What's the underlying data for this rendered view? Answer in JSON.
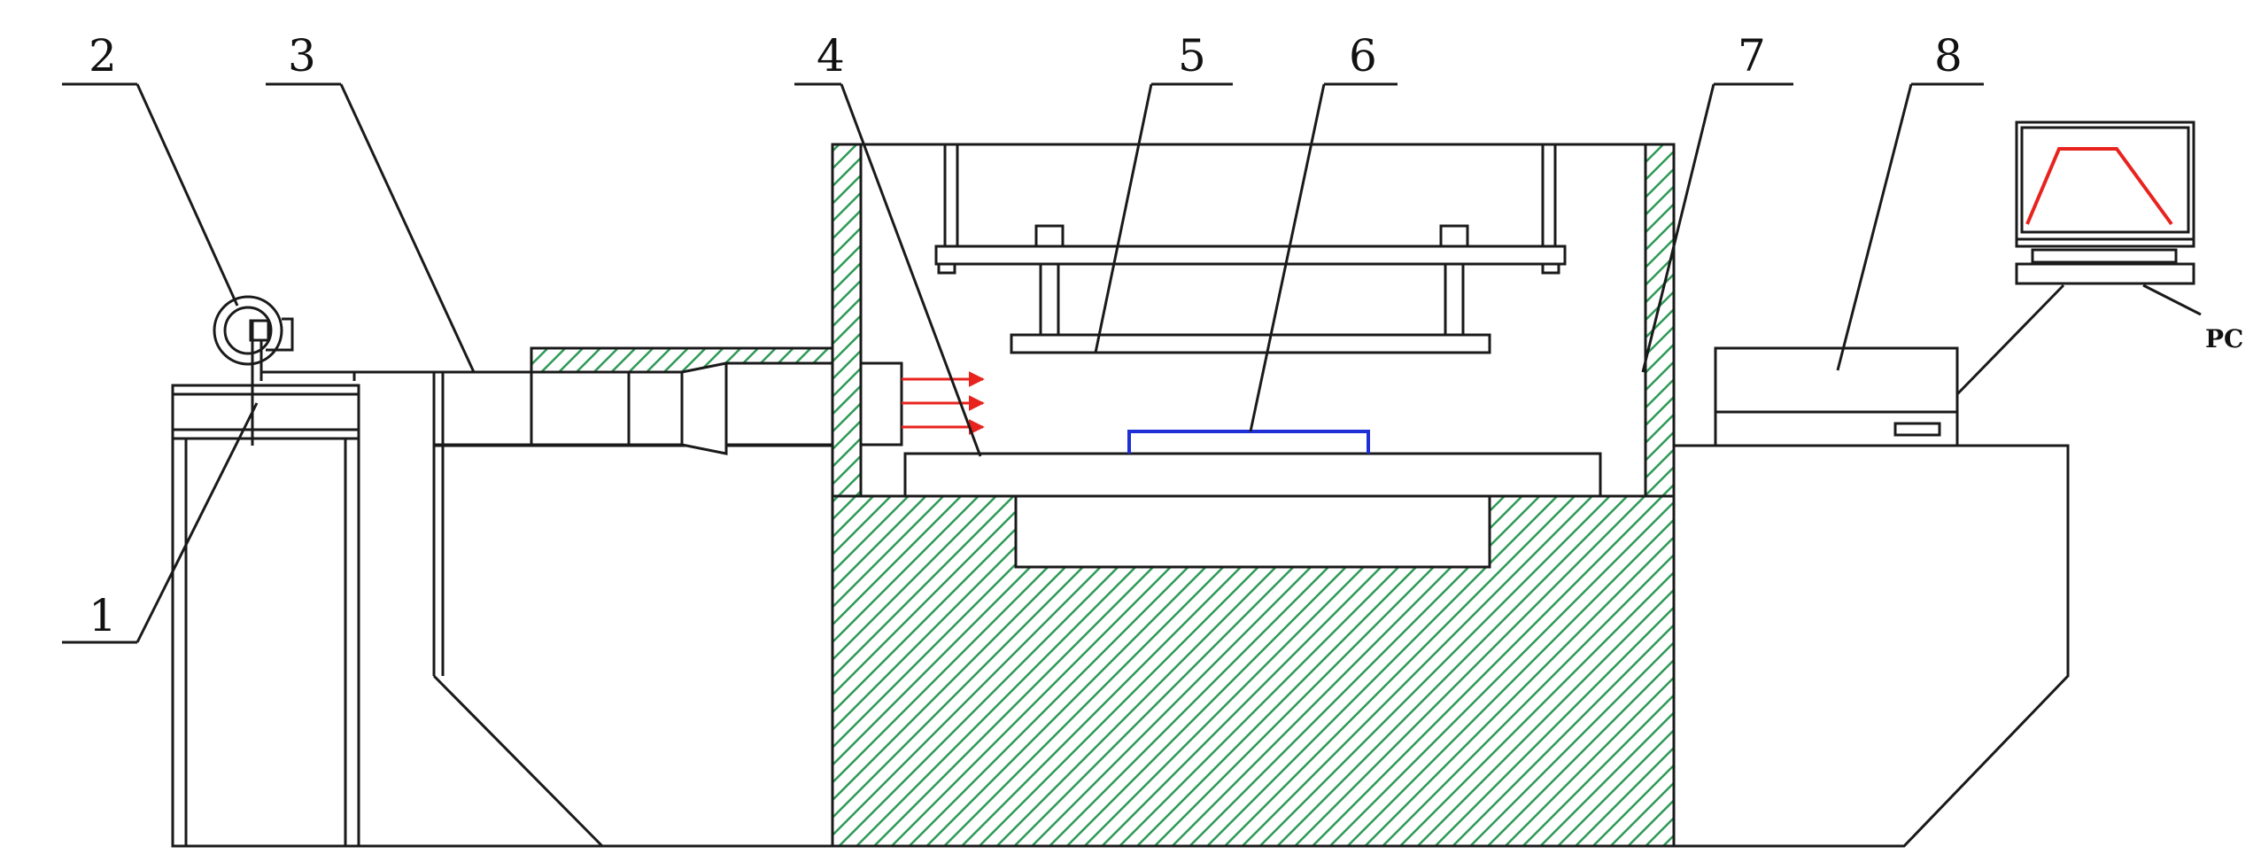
{
  "labels": [
    {
      "id": "1",
      "text": "1"
    },
    {
      "id": "2",
      "text": "2"
    },
    {
      "id": "3",
      "text": "3"
    },
    {
      "id": "4",
      "text": "4"
    },
    {
      "id": "5",
      "text": "5"
    },
    {
      "id": "6",
      "text": "6"
    },
    {
      "id": "7",
      "text": "7"
    },
    {
      "id": "8",
      "text": "8"
    }
  ],
  "pc_label": "PC",
  "colors": {
    "line": "#1a1a1a",
    "hatch": "#2e9a56",
    "arrow": "#e8231e",
    "sample": "#1f2fd6",
    "curve": "#e8231e"
  }
}
